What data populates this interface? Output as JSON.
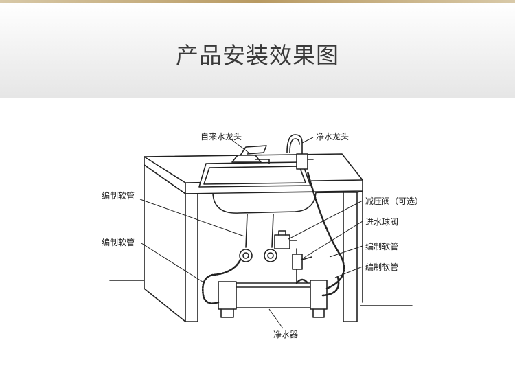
{
  "header": {
    "title": "产品安装效果图"
  },
  "labels": {
    "tap_water_faucet": "自来水龙头",
    "purified_faucet": "净水龙头",
    "braided_hose_1": "编制软管",
    "braided_hose_2": "编制软管",
    "pressure_valve": "减压阀（可选）",
    "inlet_ball_valve": "进水球阀",
    "braided_hose_3": "编制软管",
    "braided_hose_4": "编制软管",
    "purifier": "净水器"
  }
}
